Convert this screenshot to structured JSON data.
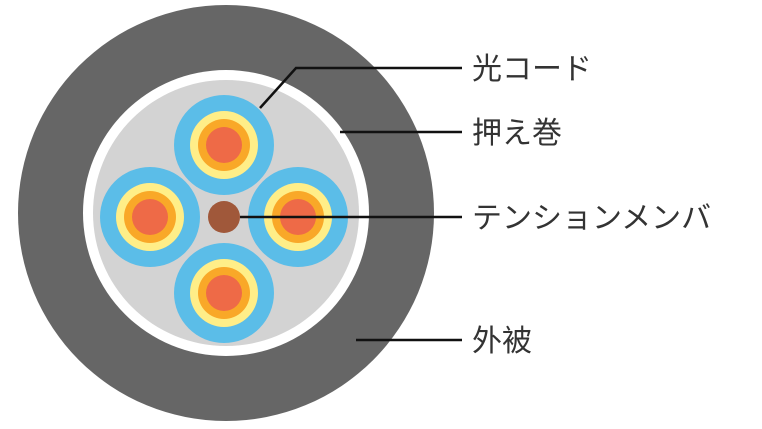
{
  "labels": {
    "optical_cord": "光コード",
    "binding_tape": "押え巻",
    "tension_member": "テンションメンバ",
    "outer_sheath": "外被"
  },
  "colors": {
    "outer_sheath": "#666666",
    "binding_tape": "#ffffff",
    "filler": "#d3d3d3",
    "cord_jacket": "#5bbde8",
    "cord_inner_ring": "#ffee88",
    "cord_core_ring": "#f9a828",
    "cord_core": "#ee6a47",
    "tension_member": "#a0583a",
    "label_text": "#333333",
    "leader_line": "#111111"
  }
}
